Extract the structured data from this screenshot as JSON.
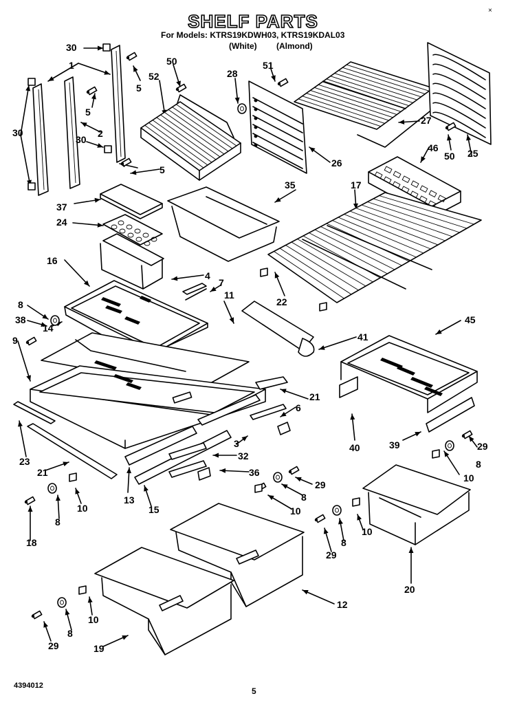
{
  "header": {
    "title": "SHELF PARTS",
    "models_line": "For Models: KTRS19KDWH03, KTRS19KDAL03",
    "color_white": "(White)",
    "color_almond": "(Almond)"
  },
  "footer": {
    "doc_number": "4394012",
    "page_number": "5",
    "corner_mark": "×"
  },
  "callouts": [
    {
      "id": "c1",
      "text": "30"
    },
    {
      "id": "c2",
      "text": "1"
    },
    {
      "id": "c3",
      "text": "5"
    },
    {
      "id": "c4",
      "text": "52"
    },
    {
      "id": "c5",
      "text": "50"
    },
    {
      "id": "c6",
      "text": "5"
    },
    {
      "id": "c7",
      "text": "28"
    },
    {
      "id": "c8",
      "text": "51"
    },
    {
      "id": "c9",
      "text": "5"
    },
    {
      "id": "c10",
      "text": "30"
    },
    {
      "id": "c11",
      "text": "2"
    },
    {
      "id": "c12",
      "text": "30"
    },
    {
      "id": "c13",
      "text": "27"
    },
    {
      "id": "c14",
      "text": "26"
    },
    {
      "id": "c15",
      "text": "50"
    },
    {
      "id": "c16",
      "text": "25"
    },
    {
      "id": "c17",
      "text": "46"
    },
    {
      "id": "c18",
      "text": "5"
    },
    {
      "id": "c19",
      "text": "35"
    },
    {
      "id": "c20",
      "text": "17"
    },
    {
      "id": "c21",
      "text": "37"
    },
    {
      "id": "c22",
      "text": "24"
    },
    {
      "id": "c23",
      "text": "16"
    },
    {
      "id": "c24",
      "text": "4"
    },
    {
      "id": "c25",
      "text": "7"
    },
    {
      "id": "c26",
      "text": "22"
    },
    {
      "id": "c27",
      "text": "11"
    },
    {
      "id": "c28",
      "text": "8"
    },
    {
      "id": "c29",
      "text": "38"
    },
    {
      "id": "c30",
      "text": "14"
    },
    {
      "id": "c31",
      "text": "9"
    },
    {
      "id": "c32",
      "text": "45"
    },
    {
      "id": "c33",
      "text": "41"
    },
    {
      "id": "c34",
      "text": "21"
    },
    {
      "id": "c35",
      "text": "6"
    },
    {
      "id": "c36",
      "text": "40"
    },
    {
      "id": "c37",
      "text": "39"
    },
    {
      "id": "c38",
      "text": "29"
    },
    {
      "id": "c39",
      "text": "23"
    },
    {
      "id": "c40",
      "text": "3"
    },
    {
      "id": "c41",
      "text": "32"
    },
    {
      "id": "c42",
      "text": "8"
    },
    {
      "id": "c43",
      "text": "21"
    },
    {
      "id": "c44",
      "text": "10"
    },
    {
      "id": "c45",
      "text": "36"
    },
    {
      "id": "c46",
      "text": "29"
    },
    {
      "id": "c47",
      "text": "13"
    },
    {
      "id": "c48",
      "text": "15"
    },
    {
      "id": "c49",
      "text": "8"
    },
    {
      "id": "c50",
      "text": "10"
    },
    {
      "id": "c51",
      "text": "10"
    },
    {
      "id": "c52",
      "text": "8"
    },
    {
      "id": "c53",
      "text": "10"
    },
    {
      "id": "c54",
      "text": "18"
    },
    {
      "id": "c55",
      "text": "29"
    },
    {
      "id": "c56",
      "text": "8"
    },
    {
      "id": "c57",
      "text": "20"
    },
    {
      "id": "c58",
      "text": "12"
    },
    {
      "id": "c59",
      "text": "10"
    },
    {
      "id": "c60",
      "text": "8"
    },
    {
      "id": "c61",
      "text": "29"
    },
    {
      "id": "c62",
      "text": "19"
    }
  ]
}
